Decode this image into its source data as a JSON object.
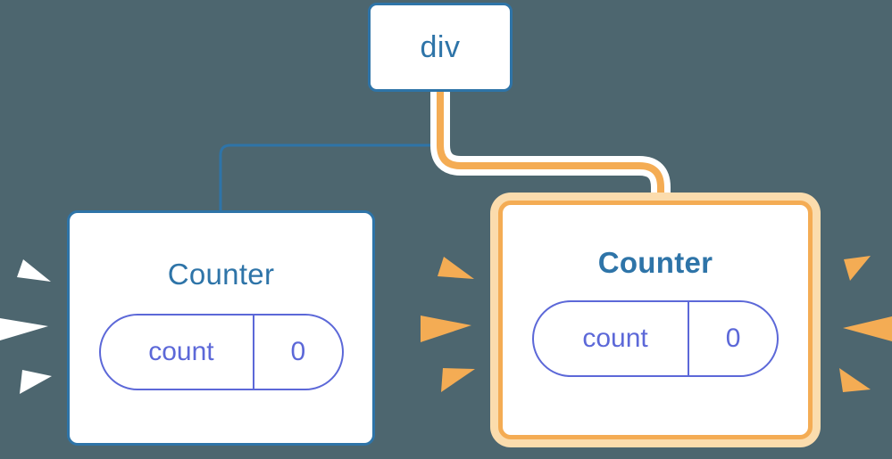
{
  "diagram": {
    "type": "component-tree",
    "background_color": "#4d666f",
    "title_colors": {
      "blue": "#2e74a8",
      "orange": "#f4ac54",
      "orange_halo": "#fbdcad",
      "indigo": "#5c68d8",
      "white": "#ffffff"
    },
    "nodes": [
      {
        "id": "div",
        "label": "div",
        "kind": "element",
        "highlighted": false,
        "border_color": "#2e74a8"
      },
      {
        "id": "counter-left",
        "label": "Counter",
        "kind": "component",
        "highlighted": false,
        "border_color": "#2e74a8",
        "prop": {
          "name": "count",
          "value": "0"
        },
        "spark_color": "#ffffff"
      },
      {
        "id": "counter-right",
        "label": "Counter",
        "kind": "component",
        "highlighted": true,
        "border_color": "#f4ac54",
        "prop": {
          "name": "count",
          "value": "0"
        },
        "spark_color": "#f4ac54"
      }
    ],
    "edges": [
      {
        "from": "div",
        "to": "counter-left",
        "color": "#2e74a8",
        "style": "elbow",
        "highlighted": false
      },
      {
        "from": "div",
        "to": "counter-right",
        "color": "#f4ac54",
        "style": "elbow",
        "highlighted": true
      }
    ],
    "sparks": [
      {
        "position": "left-of-counter-left",
        "color": "#ffffff",
        "count": 3,
        "direction": "left"
      },
      {
        "position": "right-of-counter-left",
        "color": "#f4ac54",
        "count": 3,
        "direction": "right"
      },
      {
        "position": "right-of-counter-right",
        "color": "#f4ac54",
        "count": 3,
        "direction": "right"
      }
    ]
  }
}
